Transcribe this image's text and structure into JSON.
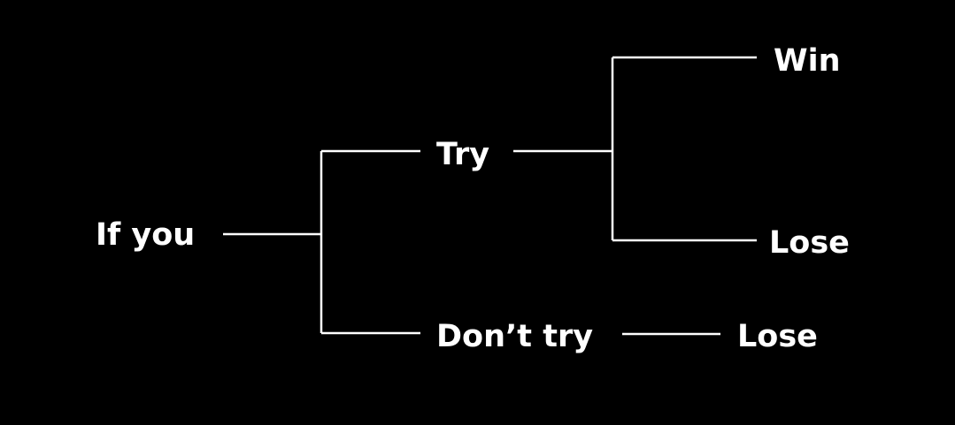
{
  "diagram": {
    "root": "If you",
    "branch_try": "Try",
    "branch_dont_try": "Don’t try",
    "outcome_win": "Win",
    "outcome_try_lose": "Lose",
    "outcome_dont_try_lose": "Lose"
  },
  "colors": {
    "background": "#000000",
    "foreground": "#ffffff"
  }
}
